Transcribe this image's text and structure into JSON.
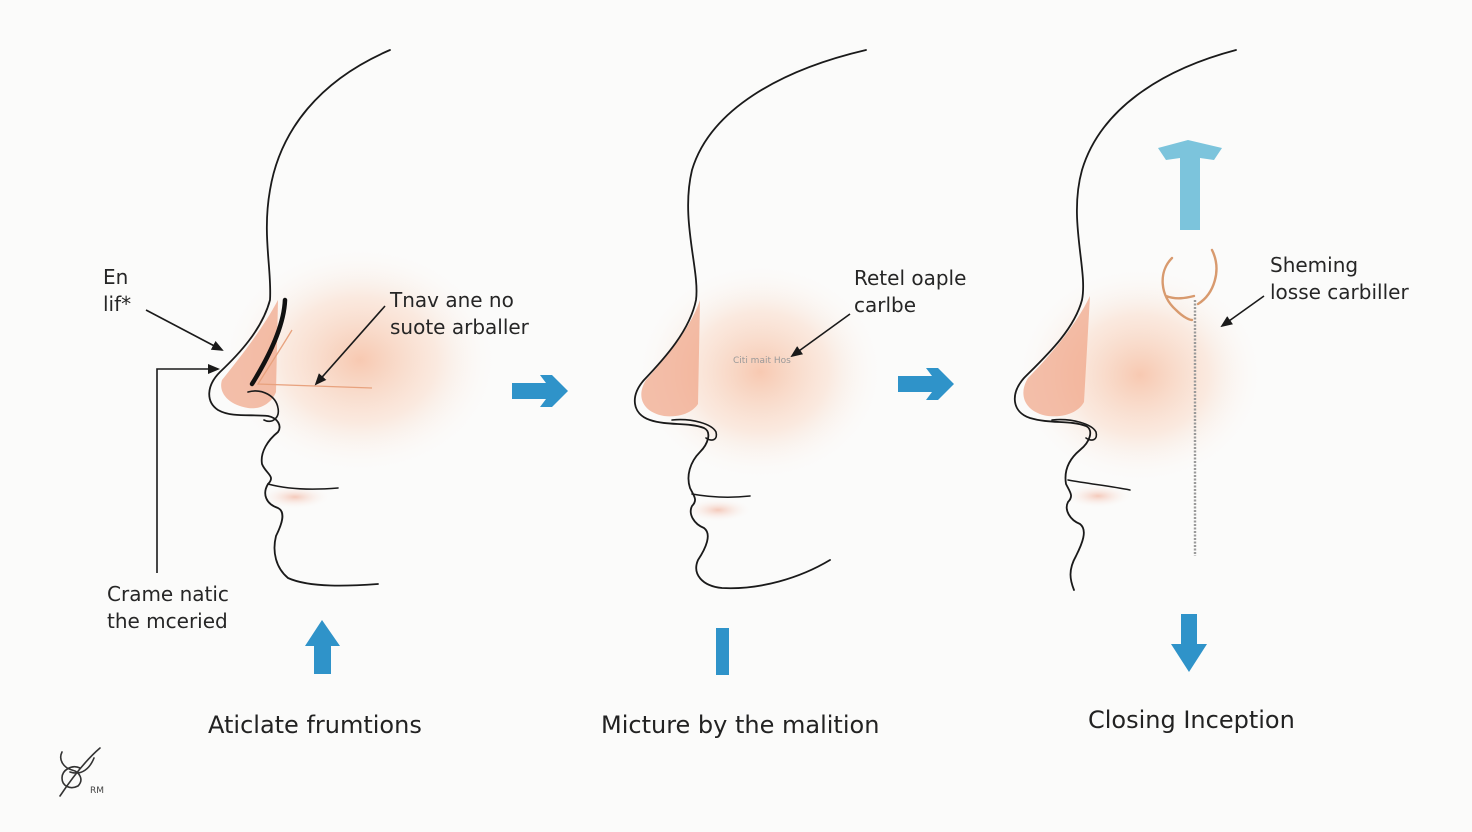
{
  "labels": {
    "panel1_left_top": [
      "En",
      "lif*"
    ],
    "panel1_right": [
      "Tnav ane no",
      "suote arballer"
    ],
    "panel1_left_bottom": [
      "Crame natic",
      "the mceried"
    ],
    "panel2_right": [
      "Retel oaple",
      "carlbe"
    ],
    "panel2_tiny": "Citi mait Hos",
    "panel3_right": [
      "Sheming",
      "losse carbiller"
    ]
  },
  "captions": {
    "panel1": "Aticlate frumtions",
    "panel2": "Micture by the malition",
    "panel3": "Closing Inception"
  },
  "watermark": {
    "mark_text": "RM"
  },
  "colors": {
    "arrow_blue": "#2f93c9",
    "arrow_light_blue": "#7cc4dc",
    "skin": "#f3b08e",
    "skin_dark": "#e58c72",
    "line": "#1a1a1a",
    "bracket": "#d89a6e"
  }
}
